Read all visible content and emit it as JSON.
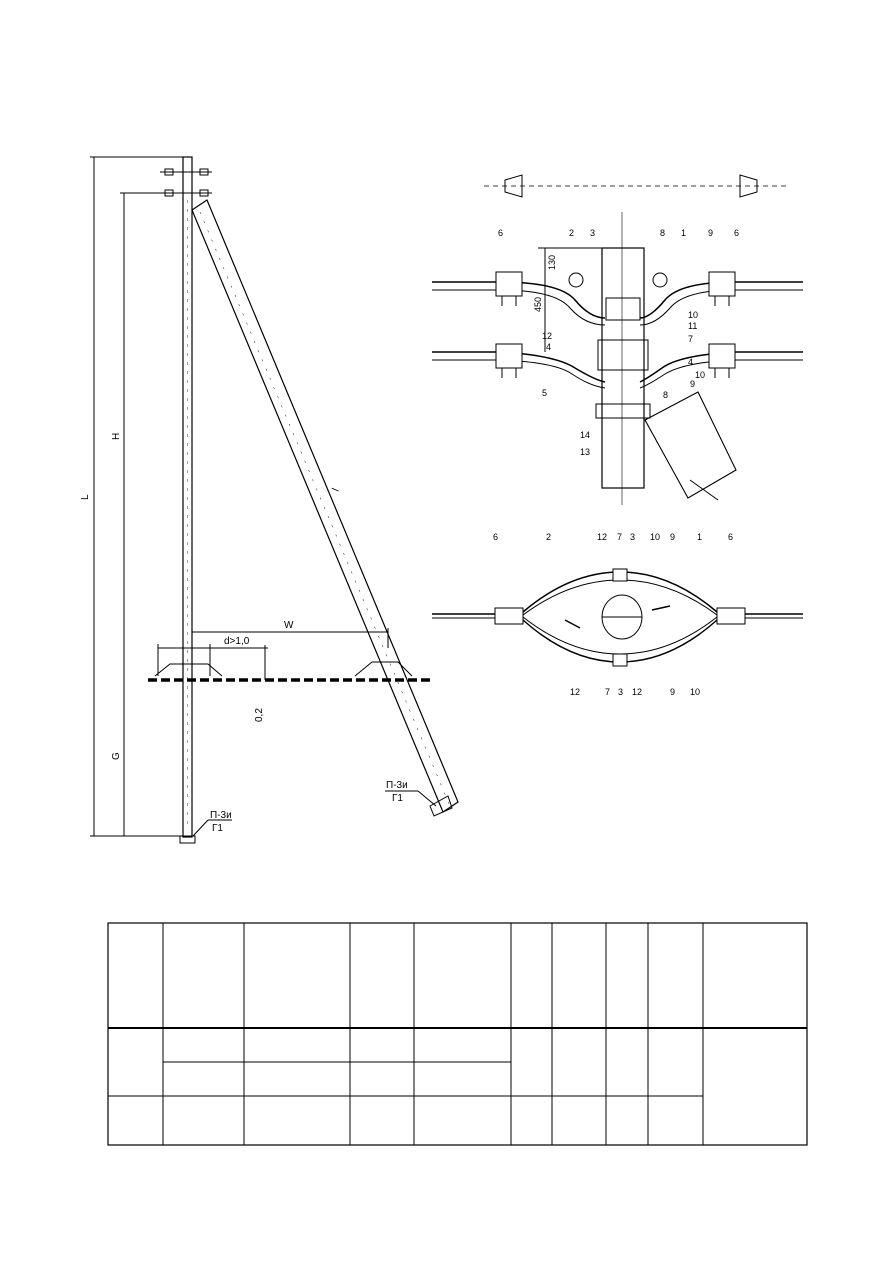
{
  "pole_drawing": {
    "dim_L": "L",
    "dim_H": "H",
    "dim_G": "G",
    "dim_W": "W",
    "dim_l": "l",
    "dim_d": "d>1,0",
    "dim_02": "0,2",
    "tag_left_top": "П-3и",
    "tag_left_bottom": "Г1",
    "tag_right_top": "П-3и",
    "tag_right_bottom": "Г1"
  },
  "detail_top": {
    "dim_130": "130",
    "dim_450": "450",
    "callouts": [
      "6",
      "2",
      "3",
      "8",
      "1",
      "9",
      "6",
      "10",
      "11",
      "12",
      "7",
      "4",
      "4",
      "5",
      "10",
      "9",
      "8",
      "14",
      "13"
    ]
  },
  "detail_plan": {
    "callouts_top": [
      "6",
      "2",
      "12",
      "7",
      "3",
      "10",
      "9",
      "1",
      "6"
    ],
    "callouts_bottom": [
      "12",
      "7",
      "3",
      "12",
      "9",
      "10"
    ]
  },
  "table": {
    "header_cells": [
      "",
      "",
      "",
      "",
      "",
      "",
      "",
      "",
      "",
      ""
    ],
    "rows": [
      [
        "",
        "",
        "",
        "",
        "",
        "",
        "",
        "",
        "",
        ""
      ],
      [
        "",
        "",
        "",
        "",
        ""
      ],
      [
        "",
        "",
        "",
        "",
        "",
        "",
        "",
        "",
        ""
      ]
    ]
  }
}
